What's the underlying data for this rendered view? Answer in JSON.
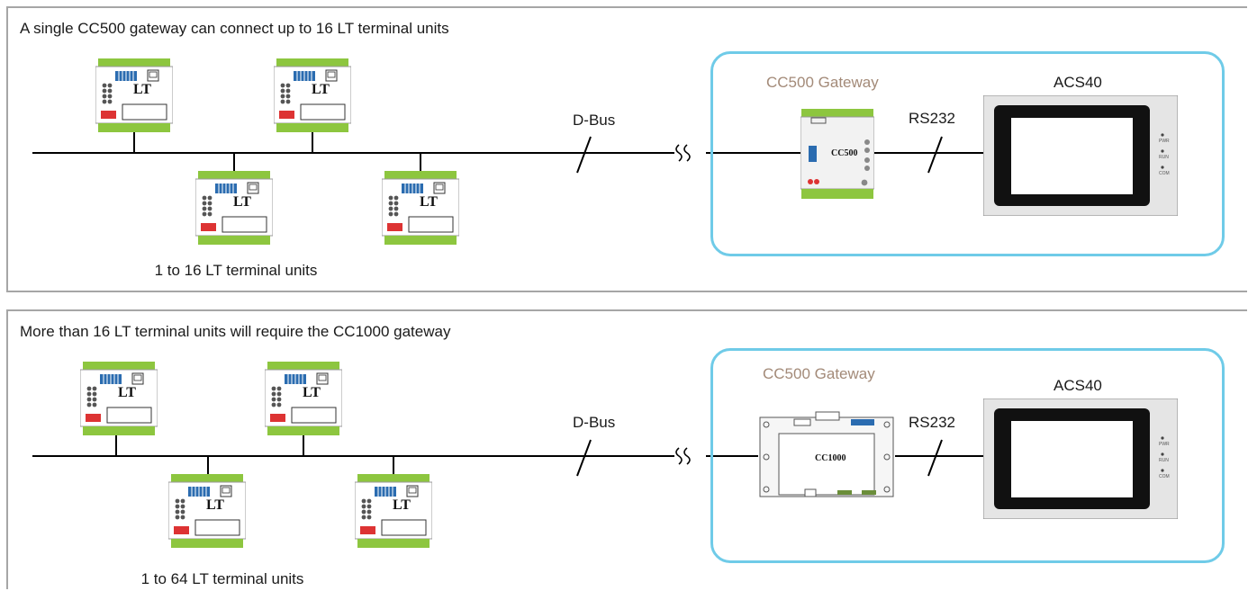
{
  "panel1": {
    "title": "A single CC500 gateway can connect up to 16 LT terminal units",
    "unit_label": "LT",
    "units_caption": "1 to 16 LT terminal units",
    "bus_label": "D-Bus",
    "gateway_label": "CC500 Gateway",
    "gateway_device_text": "CC500",
    "serial_label": "RS232",
    "display_label": "ACS40",
    "display_indicators": [
      "PWR",
      "RUN",
      "COM"
    ]
  },
  "panel2": {
    "title": "More than 16 LT terminal units will require the CC1000 gateway",
    "unit_label": "LT",
    "units_caption": "1 to 64 LT terminal units",
    "bus_label": "D-Bus",
    "gateway_label": "CC500 Gateway",
    "gateway_device_text": "CC1000",
    "serial_label": "RS232",
    "display_label": "ACS40",
    "display_indicators": [
      "PWR",
      "RUN",
      "COM"
    ]
  },
  "colors": {
    "panel_border": "#a6a6a6",
    "gateway_frame": "#6fcbe8",
    "unit_green": "#8dc63f",
    "gateway_label": "#a38a78",
    "bus_line": "#000000"
  }
}
